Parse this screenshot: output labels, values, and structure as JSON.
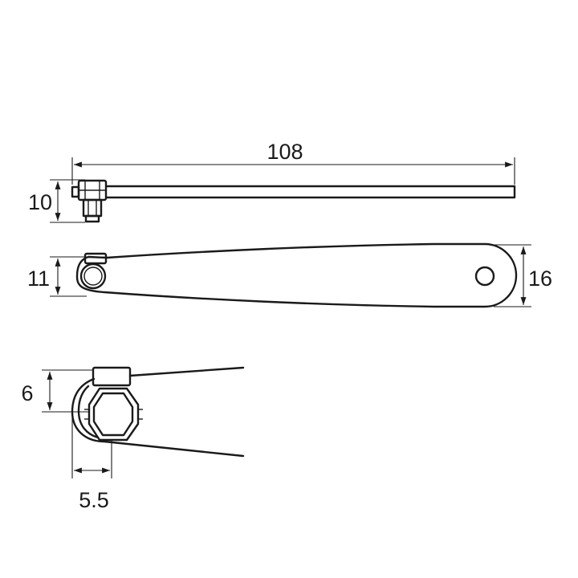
{
  "drawing": {
    "dimensions": {
      "overall_length": "108",
      "side_height": "10",
      "head_height": "11",
      "end_width": "16",
      "nut_height": "6",
      "nut_offset": "5.5"
    }
  }
}
